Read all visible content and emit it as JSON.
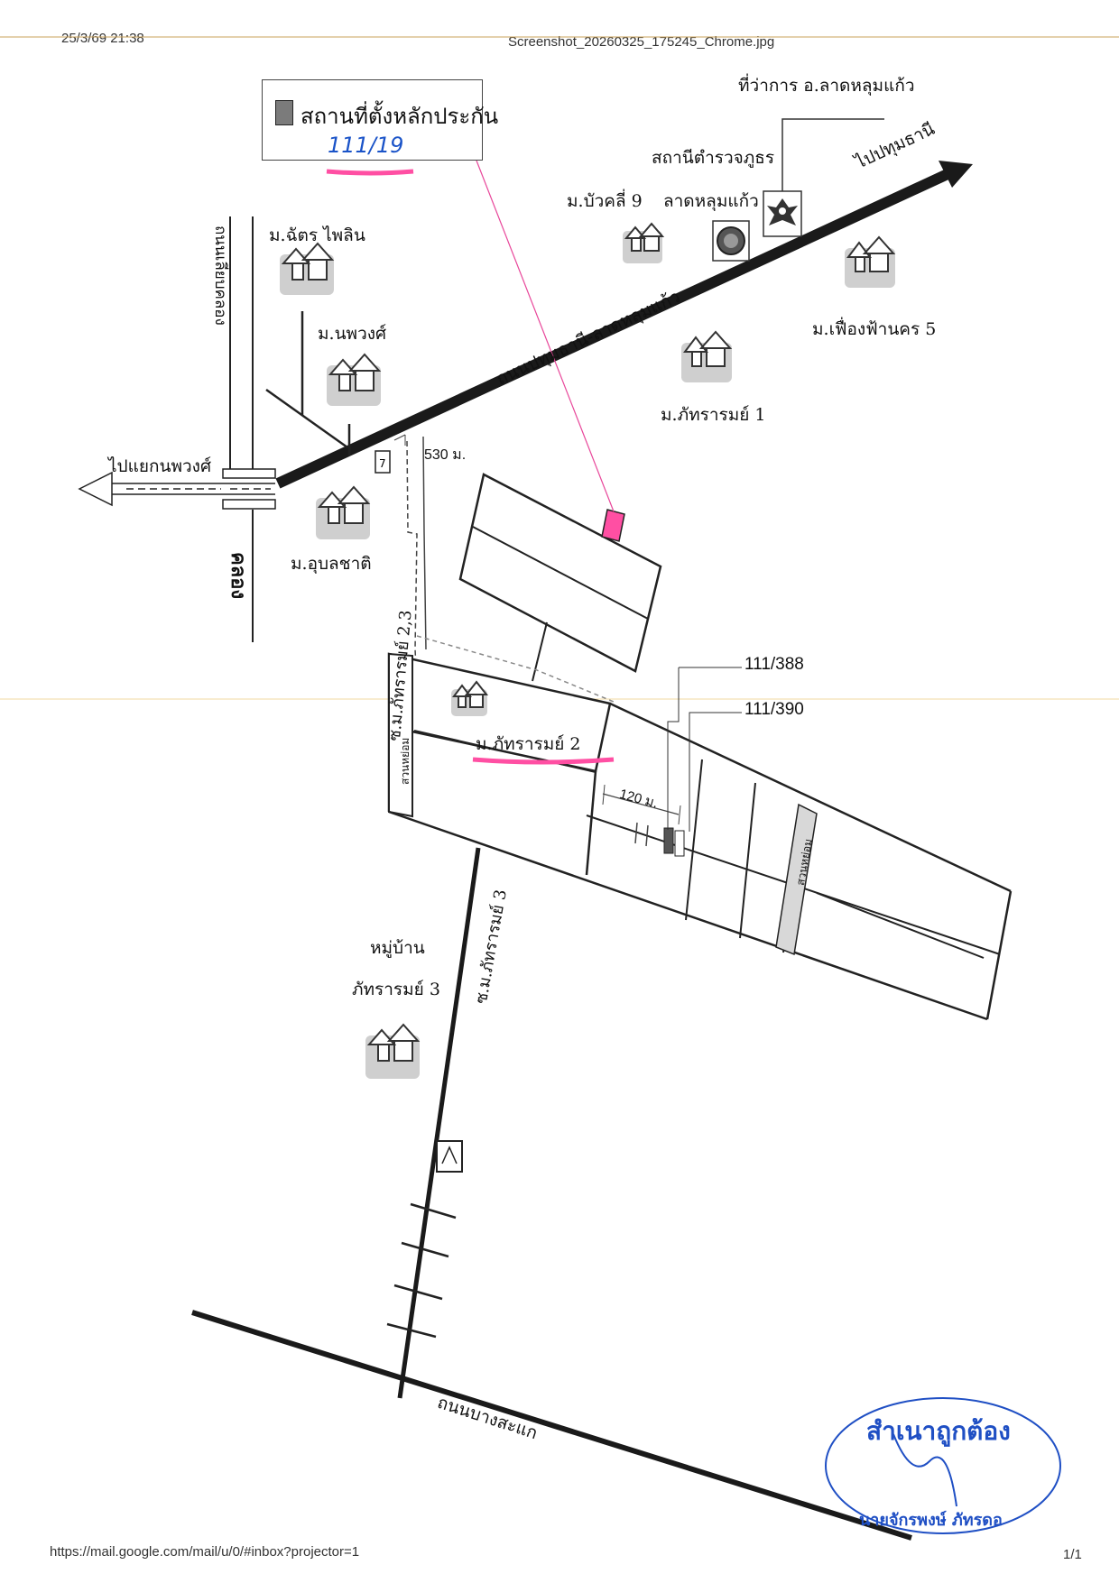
{
  "header": {
    "datetime": "25/3/69 21:38",
    "filename": "Screenshot_20260325_175245_Chrome.jpg"
  },
  "footer": {
    "url": "https://mail.google.com/mail/u/0/#inbox?projector=1",
    "page": "1/1"
  },
  "legend": {
    "label": "สถานที่ตั้งหลักประกัน",
    "handwritten_number": "111/19"
  },
  "roads": {
    "main_road": "ถนนปทุมธานี-ลาดหลุมแก้ว",
    "to_pathum": "ไปปทุมธานี",
    "to_nopphawong": "ไปแยกนพวงศ์",
    "canal_road": "ถนนเลียบคลอง",
    "canal": "คลอง",
    "bang_sakae": "ถนนบางสะแก",
    "soi_23": "ซ.ม.ภัทรารมย์ 2,3",
    "soi_3": "ซ.ม.ภัทรารมย์ 3",
    "park_1": "สวนหย่อม",
    "park_2": "สวนหย่อม"
  },
  "landmarks": {
    "district_office": "ที่ว่าการ อ.ลาดหลุมแก้ว",
    "police_line1": "สถานีตำรวจภูธร",
    "police_line2": "ลาดหลุมแก้ว",
    "bua_khli": "ม.บัวคลี่ 9",
    "chat_phailin": "ม.ฉัตร ไพลิน",
    "noppawong": "ม.นพวงศ์",
    "phattharam_1": "ม.ภัทรารมย์ 1",
    "fueang_fa": "ม.เฟื่องฟ้านคร 5",
    "ubonchat": "ม.อุบลชาติ",
    "phattharam_2": "ม.ภัทรารมย์ 2",
    "village_3_line1": "หมู่บ้าน",
    "village_3_line2": "ภัทรารมย์ 3"
  },
  "distances": {
    "d530": "530 ม.",
    "d120": "120 ม."
  },
  "plots": {
    "p388": "111/388",
    "p390": "111/390"
  },
  "stamp": {
    "certified": "สำเนาถูกต้อง",
    "signer": "นายจักรพงษ์ ภัทรดอ"
  },
  "colors": {
    "highlight": "#ff4fa3",
    "stamp_blue": "#1f4fc4",
    "road": "#1a1a1a"
  }
}
